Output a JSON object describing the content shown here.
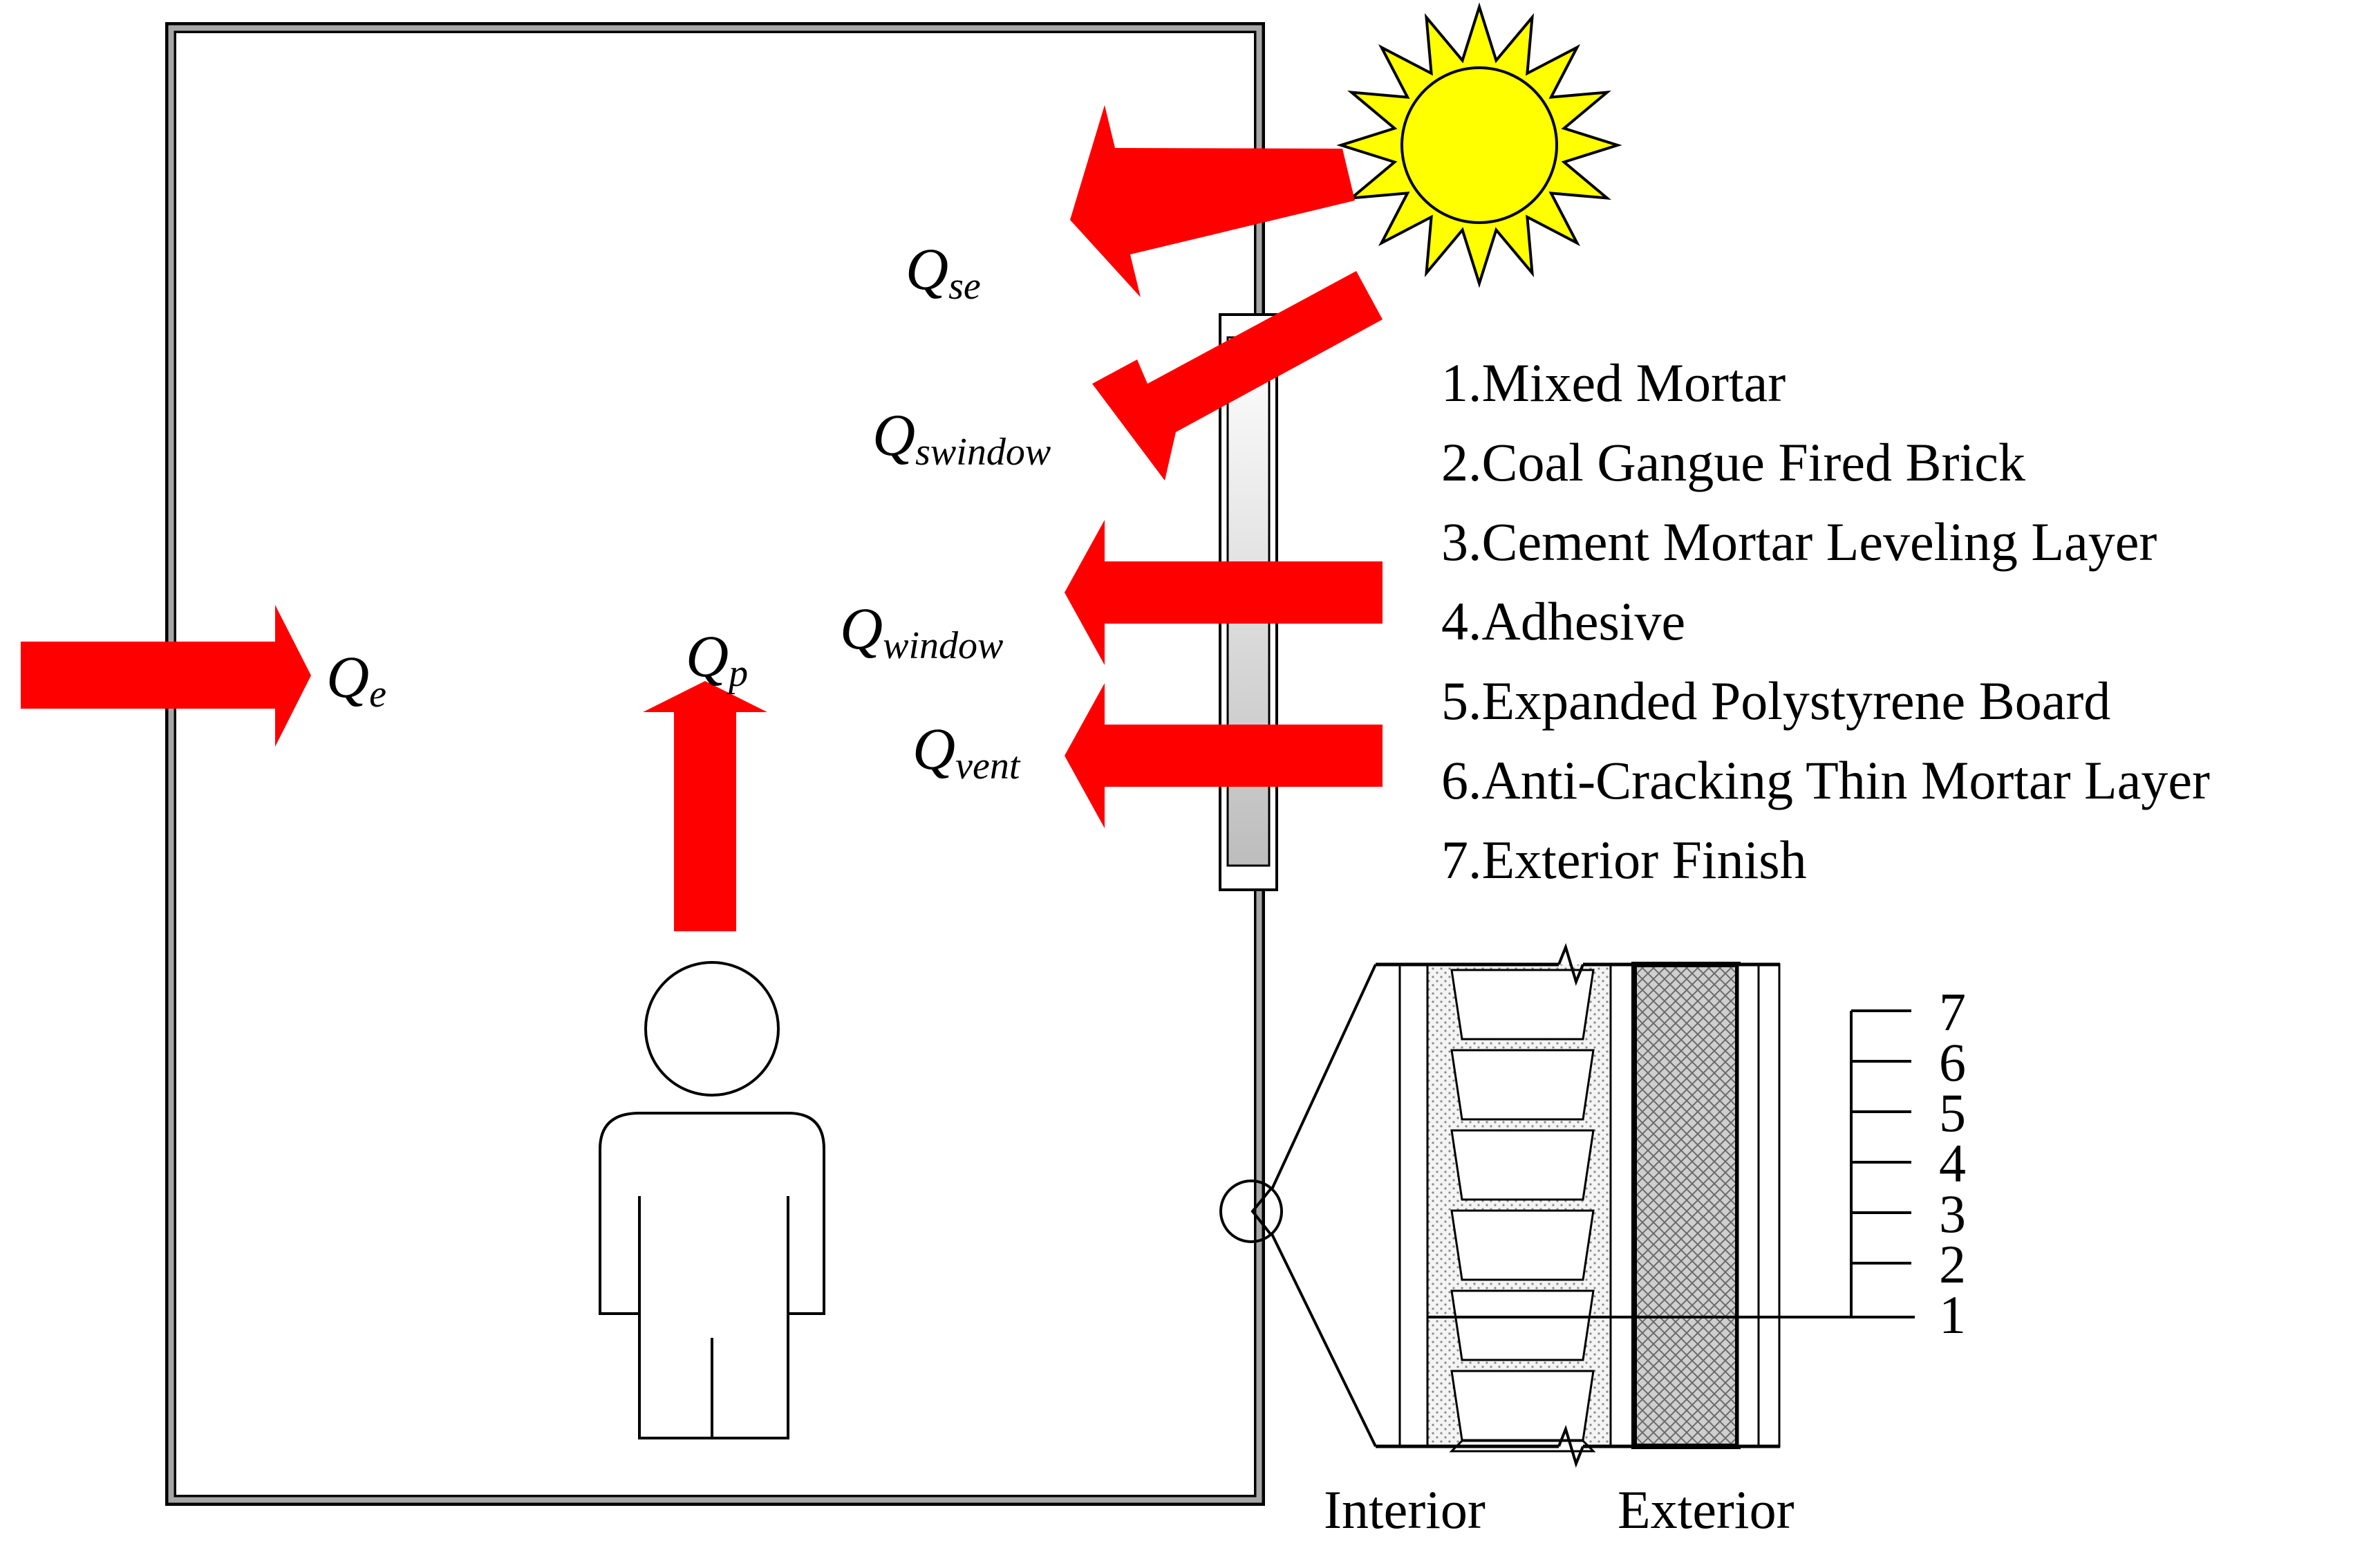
{
  "heat_flows": {
    "solar_envelope": {
      "symbol": "Q",
      "subscript": "se"
    },
    "solar_window": {
      "symbol": "Q",
      "subscript": "swindow"
    },
    "window": {
      "symbol": "Q",
      "subscript": "window"
    },
    "ventilation": {
      "symbol": "Q",
      "subscript": "vent"
    },
    "envelope": {
      "symbol": "Q",
      "subscript": "e"
    },
    "person": {
      "symbol": "Q",
      "subscript": "p"
    }
  },
  "wall_layers": [
    {
      "number": "1",
      "label": "1.Mixed Mortar"
    },
    {
      "number": "2",
      "label": "2.Coal Gangue Fired Brick"
    },
    {
      "number": "3",
      "label": "3.Cement Mortar Leveling Layer"
    },
    {
      "number": "4",
      "label": "4.Adhesive"
    },
    {
      "number": "5",
      "label": "5.Expanded Polystyrene Board"
    },
    {
      "number": "6",
      "label": "6.Anti-Cracking Thin Mortar Layer"
    },
    {
      "number": "7",
      "label": "7.Exterior Finish"
    }
  ],
  "section_labels": {
    "interior": "Interior",
    "exterior": "Exterior"
  },
  "colors": {
    "arrow": "#ff0000",
    "sun": "#ffff00",
    "wall_frame": "#a6a6a6",
    "outline": "#000000",
    "eps_hatch": "#b5b5b5"
  }
}
